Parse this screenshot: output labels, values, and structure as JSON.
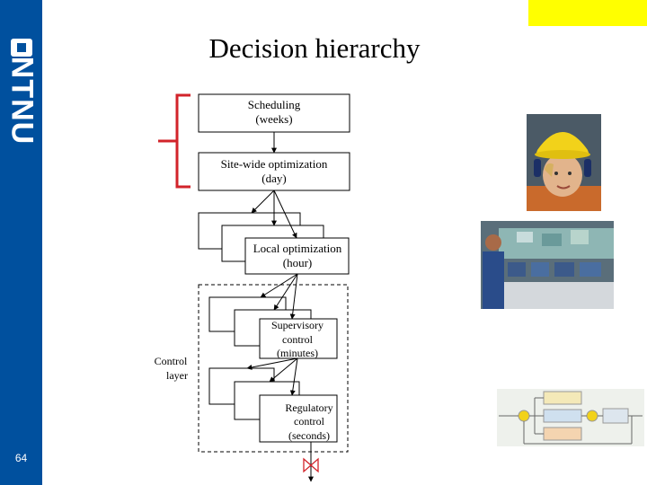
{
  "slide": {
    "title": "Decision hierarchy",
    "number": "64",
    "logo": "NTNU"
  },
  "diagram": {
    "scheduling": [
      "Scheduling",
      "(weeks)"
    ],
    "sitewide": [
      "Site-wide optimization",
      "(day)"
    ],
    "local": [
      "Local optimization",
      "(hour)"
    ],
    "supervisory": [
      "Supervisory",
      "control",
      "(minutes)"
    ],
    "regulatory": [
      "Regulatory",
      "control",
      "(seconds)"
    ],
    "control_layer": [
      "Control",
      "layer"
    ],
    "colors": {
      "bracket": "#d2232a",
      "sidebar": "#00509e",
      "highlight": "#ffff00"
    }
  },
  "images": [
    "helmet-worker-photo",
    "control-room-photo",
    "pid-block-diagram"
  ]
}
